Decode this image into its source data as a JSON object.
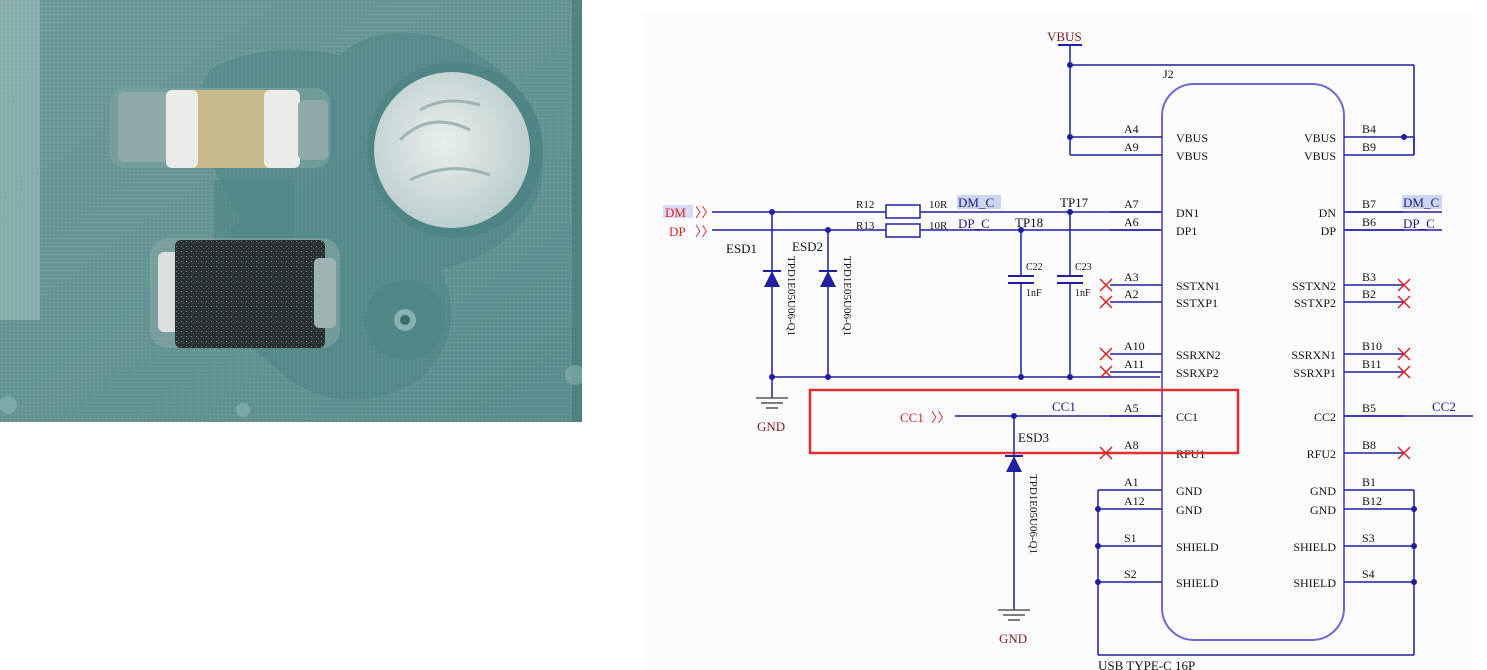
{
  "schematic": {
    "net_vbus": "VBUS",
    "connector_ref": "J2",
    "connector_part": "USB TYPE-C 16P",
    "nets": {
      "dm": "DM",
      "dp": "DP",
      "cc1": "CC1",
      "gnd": "GND"
    },
    "net_labels": {
      "dm_c_left": "DM_C",
      "dp_c_left": "DP_C",
      "dm_c_right": "DM_C",
      "dp_c_right": "DP_C",
      "cc1_wire": "CC1",
      "cc2_wire": "CC2"
    },
    "resistors": {
      "r12_ref": "R12",
      "r13_ref": "R13",
      "r12_val": "10R",
      "r13_val": "10R"
    },
    "testpoints": {
      "tp17": "TP17",
      "tp18": "TP18"
    },
    "capacitors": {
      "c22_ref": "C22",
      "c23_ref": "C23",
      "c22_val": "1nF",
      "c23_val": "1nF"
    },
    "esd": {
      "esd1": "ESD1",
      "esd2": "ESD2",
      "esd3": "ESD3",
      "part": "TPD1E05U06-Q1"
    },
    "pins_left": [
      {
        "num": "A4",
        "name": "VBUS"
      },
      {
        "num": "A9",
        "name": "VBUS"
      },
      {
        "num": "A7",
        "name": "DN1"
      },
      {
        "num": "A6",
        "name": "DP1"
      },
      {
        "num": "A3",
        "name": "SSTXN1"
      },
      {
        "num": "A2",
        "name": "SSTXP1"
      },
      {
        "num": "A10",
        "name": "SSRXN2"
      },
      {
        "num": "A11",
        "name": "SSRXP2"
      },
      {
        "num": "A5",
        "name": "CC1"
      },
      {
        "num": "A8",
        "name": "RFU1"
      },
      {
        "num": "A1",
        "name": "GND"
      },
      {
        "num": "A12",
        "name": "GND"
      },
      {
        "num": "S1",
        "name": "SHIELD"
      },
      {
        "num": "S2",
        "name": "SHIELD"
      }
    ],
    "pins_right": [
      {
        "num": "B4",
        "name": "VBUS"
      },
      {
        "num": "B9",
        "name": "VBUS"
      },
      {
        "num": "B7",
        "name": "DN"
      },
      {
        "num": "B6",
        "name": "DP"
      },
      {
        "num": "B3",
        "name": "SSTXN2"
      },
      {
        "num": "B2",
        "name": "SSTXP2"
      },
      {
        "num": "B10",
        "name": "SSRXN1"
      },
      {
        "num": "B11",
        "name": "SSRXP1"
      },
      {
        "num": "B5",
        "name": "CC2"
      },
      {
        "num": "B8",
        "name": "RFU2"
      },
      {
        "num": "B1",
        "name": "GND"
      },
      {
        "num": "B12",
        "name": "GND"
      },
      {
        "num": "S3",
        "name": "SHIELD"
      },
      {
        "num": "S4",
        "name": "SHIELD"
      }
    ],
    "colors": {
      "wire": "#1f1fa0",
      "net_port": "#e02020",
      "highlight": "#e03030",
      "text": "#111111",
      "net_text": "#1a1a8a"
    }
  }
}
